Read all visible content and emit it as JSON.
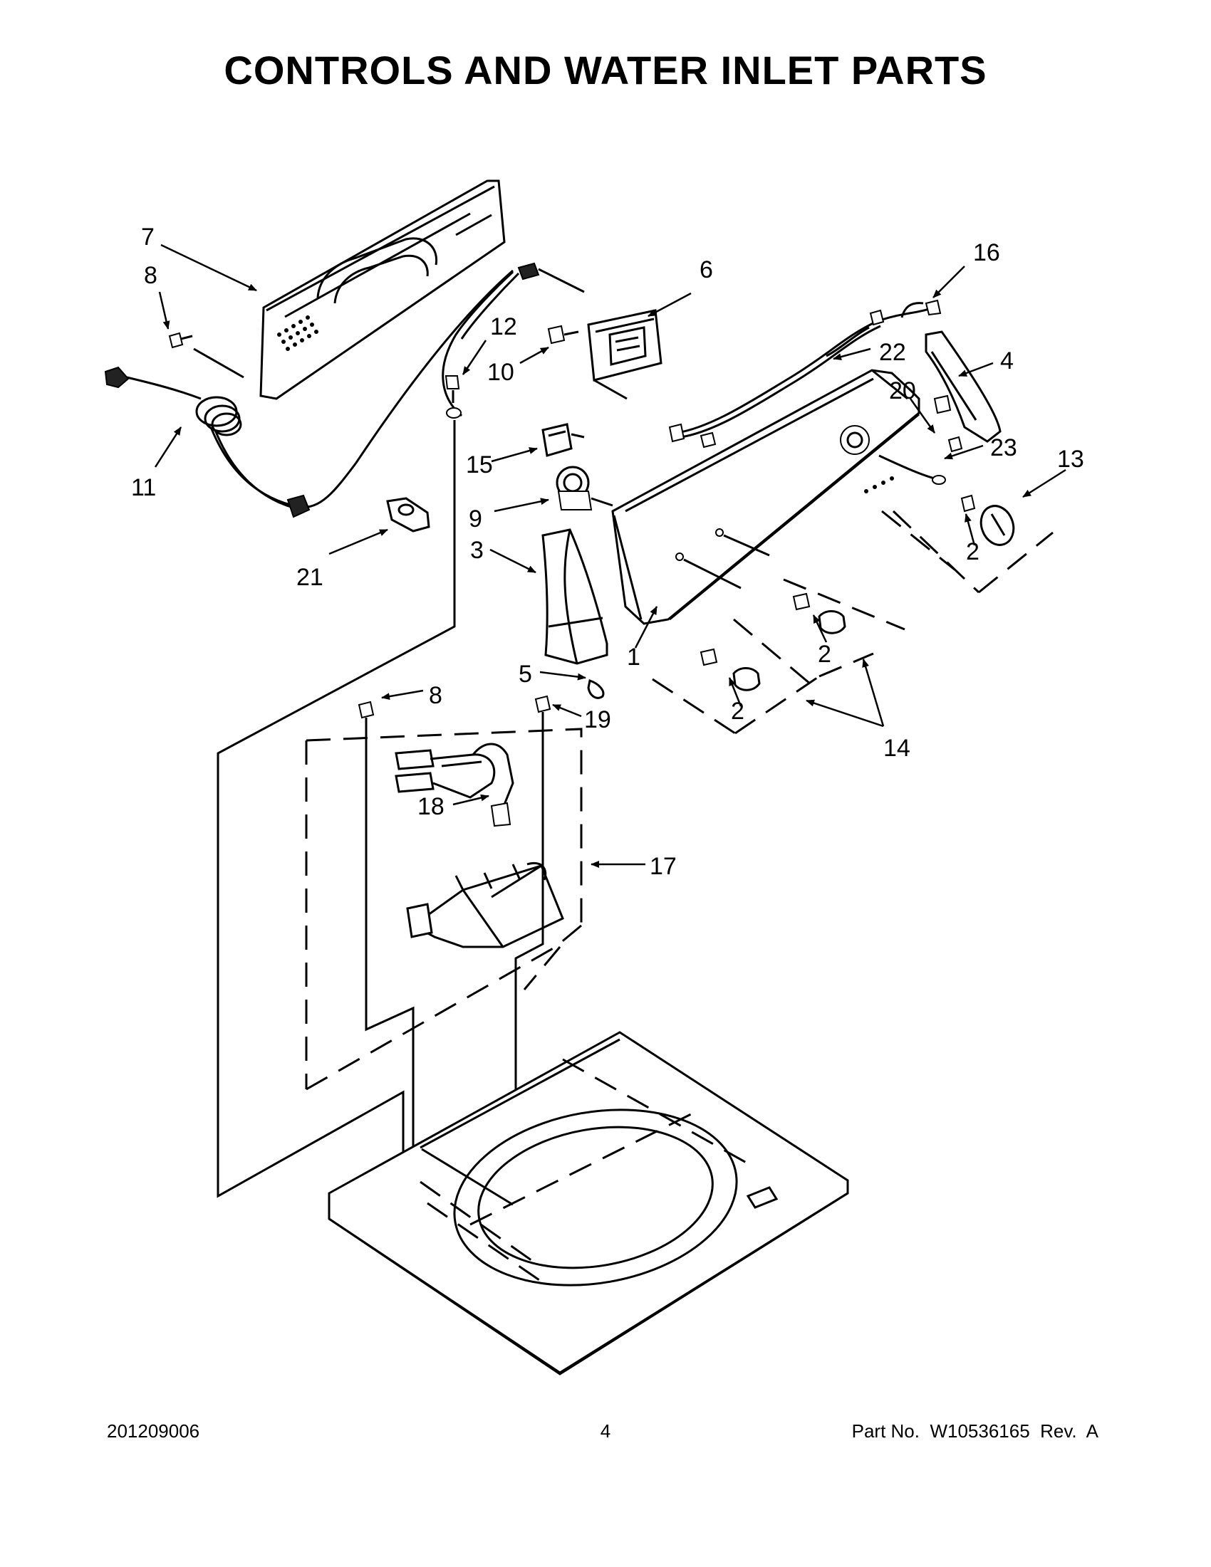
{
  "title": "CONTROLS AND WATER INLET PARTS",
  "callouts": [
    {
      "id": "c7",
      "label": "7"
    },
    {
      "id": "c8a",
      "label": "8"
    },
    {
      "id": "c11",
      "label": "11"
    },
    {
      "id": "c12",
      "label": "12"
    },
    {
      "id": "c10",
      "label": "10"
    },
    {
      "id": "c6",
      "label": "6"
    },
    {
      "id": "c16",
      "label": "16"
    },
    {
      "id": "c22",
      "label": "22"
    },
    {
      "id": "c4",
      "label": "4"
    },
    {
      "id": "c20",
      "label": "20"
    },
    {
      "id": "c23",
      "label": "23"
    },
    {
      "id": "c13",
      "label": "13"
    },
    {
      "id": "c15",
      "label": "15"
    },
    {
      "id": "c9",
      "label": "9"
    },
    {
      "id": "c21",
      "label": "21"
    },
    {
      "id": "c3",
      "label": "3"
    },
    {
      "id": "c1",
      "label": "1"
    },
    {
      "id": "c2a",
      "label": "2"
    },
    {
      "id": "c2b",
      "label": "2"
    },
    {
      "id": "c2c",
      "label": "2"
    },
    {
      "id": "c5",
      "label": "5"
    },
    {
      "id": "c8b",
      "label": "8"
    },
    {
      "id": "c19",
      "label": "19"
    },
    {
      "id": "c14",
      "label": "14"
    },
    {
      "id": "c18",
      "label": "18"
    },
    {
      "id": "c17",
      "label": "17"
    }
  ],
  "footer": {
    "doc_number": "201209006",
    "page_number": "4",
    "part_number": "Part No.  W10536165  Rev.  A"
  }
}
